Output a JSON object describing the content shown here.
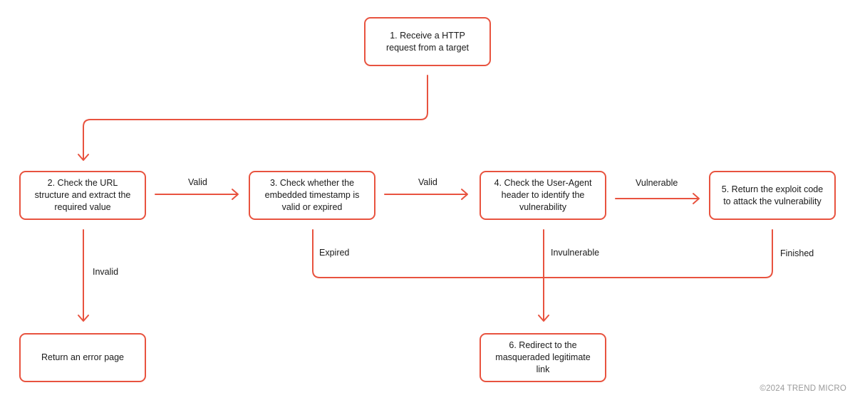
{
  "nodes": {
    "step1": "1. Receive a HTTP request from a target",
    "step2": "2. Check the URL structure and extract the required value",
    "step3": "3. Check whether the embedded timestamp is valid or expired",
    "step4": "4. Check the User-Agent header to identify the vulnerability",
    "step5": "5. Return the exploit code to attack the vulnerability",
    "step6": "6. Redirect to the masqueraded legitimate link",
    "error": "Return an error page"
  },
  "edges": {
    "valid_2_3": "Valid",
    "valid_3_4": "Valid",
    "vulnerable": "Vulnerable",
    "invalid": "Invalid",
    "expired": "Expired",
    "invulnerable": "Invulnerable",
    "finished": "Finished"
  },
  "colors": {
    "accent": "#e8533f",
    "text": "#1a1a1a",
    "footer": "#9a9a9a"
  },
  "footer": {
    "copyright": "©2024 TREND MICRO"
  }
}
